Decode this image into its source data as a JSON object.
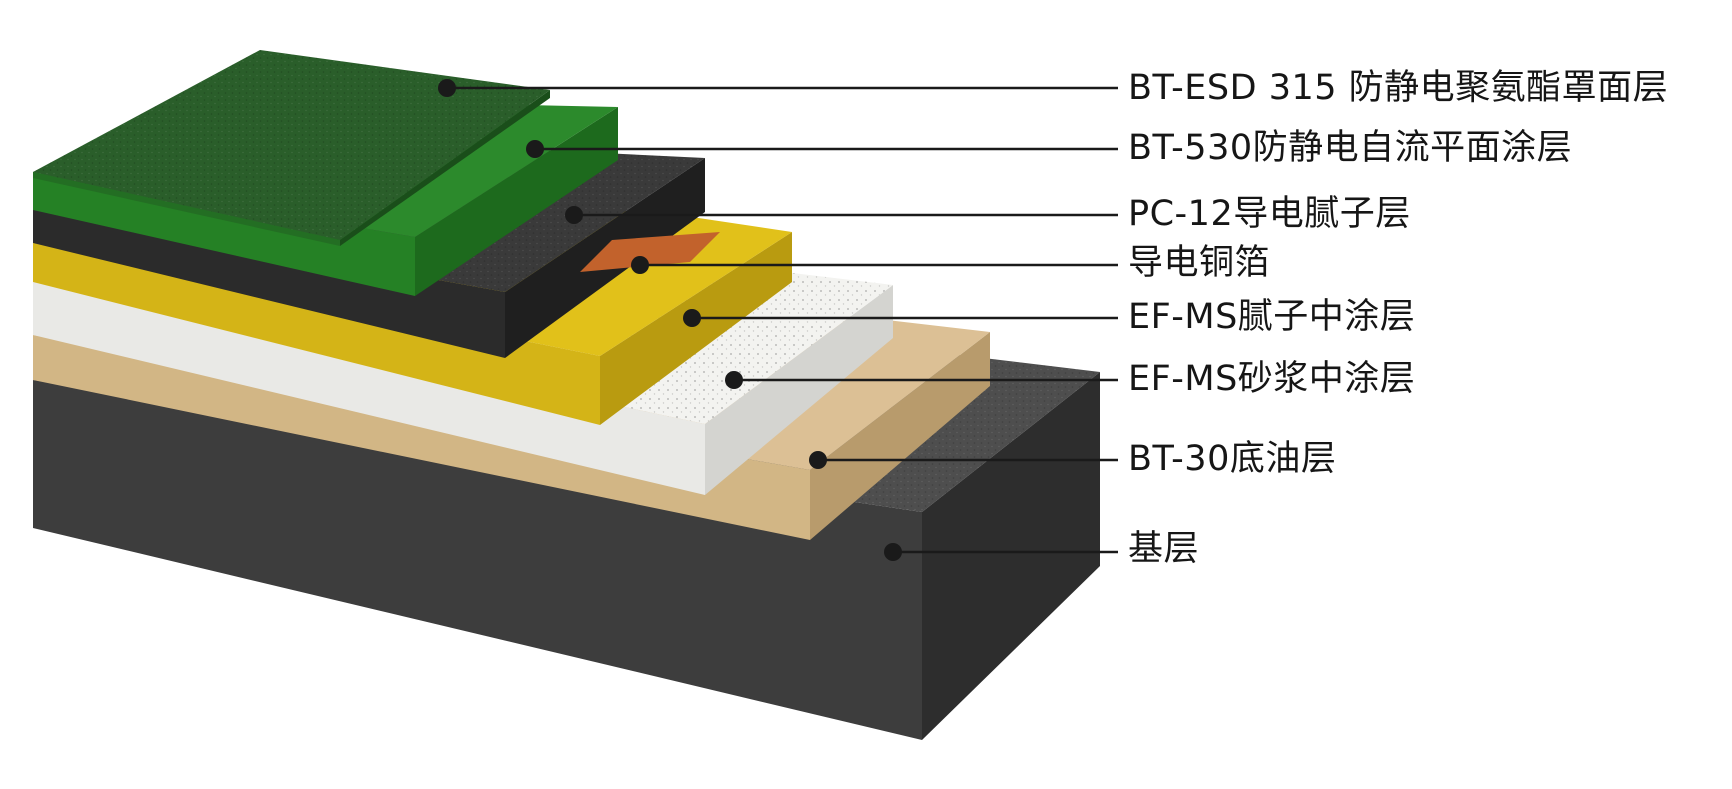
{
  "layers": [
    {
      "id": "esd-topcoat",
      "label": "BT-ESD 315 防静电聚氨酯罩面层",
      "top": "#2a5e2a",
      "front": "#236e23",
      "side": "#1a4e1a"
    },
    {
      "id": "self-leveling",
      "label": "BT-530防静电自流平面涂层",
      "top": "#2c8a2c",
      "front": "#258125",
      "side": "#1d6a1d"
    },
    {
      "id": "conductive-putty",
      "label": "PC-12导电腻子层",
      "top": "#3a3a3a",
      "front": "#2b2b2b",
      "side": "#1f1f1f"
    },
    {
      "id": "copper-foil",
      "label": "导电铜箔",
      "top": "#c2622c",
      "front": "#b35a28",
      "side": "#9a4c20"
    },
    {
      "id": "putty-midcoat",
      "label": "EF-MS腻子中涂层",
      "top": "#e1c11a",
      "front": "#d4b417",
      "side": "#b99b10"
    },
    {
      "id": "mortar-midcoat",
      "label": "EF-MS砂浆中涂层",
      "top": "#f3f3f0",
      "front": "#e9e9e6",
      "side": "#d4d4d0"
    },
    {
      "id": "primer",
      "label": "BT-30底油层",
      "top": "#dcc095",
      "front": "#d2b685",
      "side": "#b89b6c"
    },
    {
      "id": "substrate",
      "label": "基层",
      "top": "#4e4e4e",
      "front": "#3d3d3d",
      "side": "#2d2d2d"
    }
  ],
  "colors": {
    "leader_line": "#1a1a1a",
    "label_text": "#161616",
    "background": "#ffffff"
  }
}
